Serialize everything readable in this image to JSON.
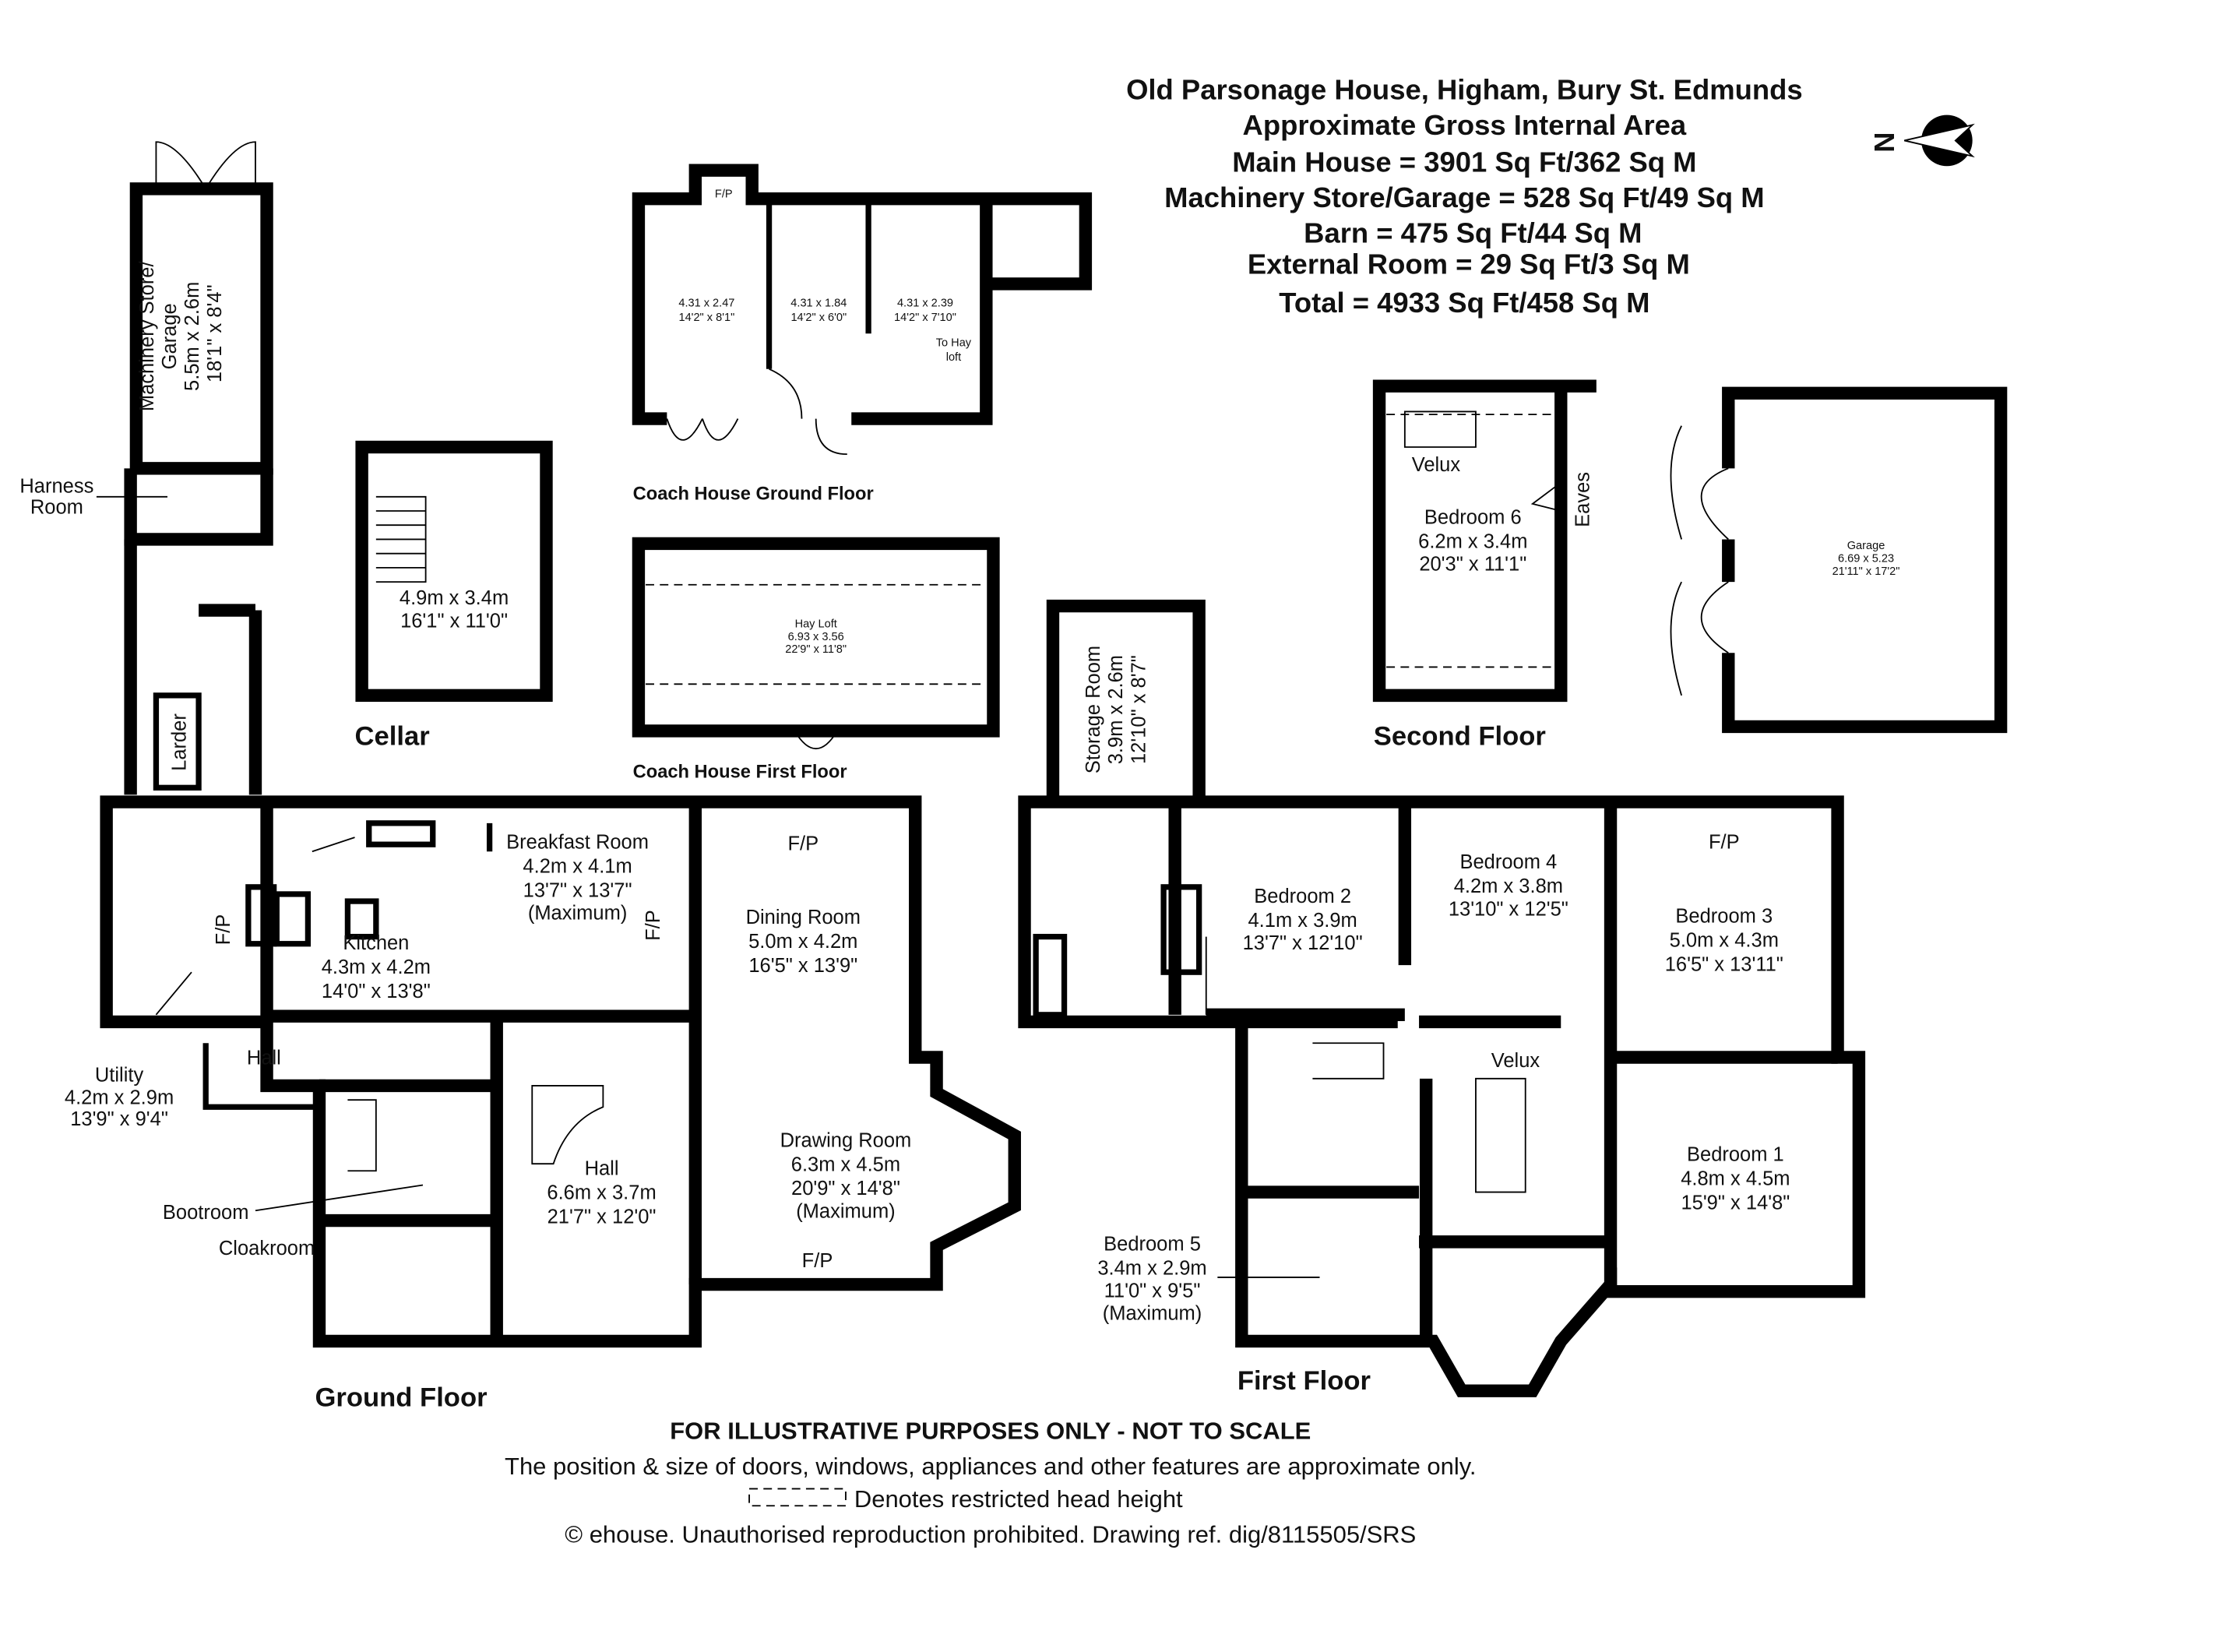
{
  "header": {
    "title": "Old Parsonage House, Higham, Bury St. Edmunds",
    "subtitle": "Approximate Gross Internal Area",
    "areas": [
      "Main House = 3901 Sq Ft/362 Sq M",
      "Machinery Store/Garage = 528 Sq Ft/49 Sq M",
      "Barn = 475 Sq Ft/44 Sq M",
      "External Room = 29 Sq Ft/3 Sq M",
      "Total = 4933 Sq Ft/458 Sq M"
    ],
    "compass_label": "N",
    "compass_icon": "north-arrow-icon"
  },
  "floors": {
    "ground": "Ground Floor",
    "first": "First Floor",
    "second": "Second Floor",
    "cellar": "Cellar",
    "coach_ground": "Coach House Ground Floor",
    "coach_first": "Coach House First Floor"
  },
  "rooms": {
    "machinery": [
      "Machinery Store/",
      "Garage",
      "5.5m x 2.6m",
      "18'1\" x 8'4\""
    ],
    "harness": [
      "Harness",
      "Room"
    ],
    "larder": "Larder",
    "utility": [
      "Utility",
      "4.2m x 2.9m",
      "13'9\" x 9'4\""
    ],
    "kitchen": [
      "Kitchen",
      "4.3m x 4.2m",
      "14'0\" x 13'8\""
    ],
    "breakfast": [
      "Breakfast Room",
      "4.2m x 4.1m",
      "13'7\" x 13'7\"",
      "(Maximum)"
    ],
    "dining": [
      "Dining Room",
      "5.0m x 4.2m",
      "16'5\" x 13'9\""
    ],
    "drawing": [
      "Drawing Room",
      "6.3m x 4.5m",
      "20'9\" x 14'8\"",
      "(Maximum)"
    ],
    "hall_small": "Hall",
    "hall": [
      "Hall",
      "6.6m x 3.7m",
      "21'7\" x 12'0\""
    ],
    "bootroom": "Bootroom",
    "cloakroom": "Cloakroom",
    "cellar": [
      "4.9m x 3.4m",
      "16'1\" x 11'0\""
    ],
    "coach1": [
      "4.31 x 2.47",
      "14'2\" x 8'1\""
    ],
    "coach2": [
      "4.31 x 1.84",
      "14'2\" x 6'0\""
    ],
    "coach3": [
      "4.31 x 2.39",
      "14'2\" x 7'10\""
    ],
    "to_hay_loft": [
      "To Hay",
      "loft"
    ],
    "hay_loft": [
      "Hay Loft",
      "6.93 x 3.56",
      "22'9\" x 11'8\""
    ],
    "storage": [
      "Storage Room",
      "3.9m x 2.6m",
      "12'10\" x 8'7\""
    ],
    "bedroom2": [
      "Bedroom 2",
      "4.1m x 3.9m",
      "13'7\" x 12'10\""
    ],
    "bedroom4": [
      "Bedroom 4",
      "4.2m x 3.8m",
      "13'10\" x 12'5\""
    ],
    "bedroom3": [
      "Bedroom 3",
      "5.0m x 4.3m",
      "16'5\" x 13'11\""
    ],
    "bedroom1": [
      "Bedroom 1",
      "4.8m x 4.5m",
      "15'9\" x 14'8\""
    ],
    "bedroom5": [
      "Bedroom 5",
      "3.4m x 2.9m",
      "11'0\" x 9'5\"",
      "(Maximum)"
    ],
    "velux_first": "Velux",
    "bedroom6": [
      "Bedroom 6",
      "6.2m x 3.4m",
      "20'3\" x 11'1\""
    ],
    "velux_second": "Velux",
    "eaves": "Eaves",
    "garage": [
      "Garage",
      "6.69 x 5.23",
      "21'11\" x 17'2\""
    ],
    "fp": "F/P"
  },
  "footer": {
    "disclaimer": "FOR ILLUSTRATIVE PURPOSES ONLY - NOT TO SCALE",
    "note": "The position & size of doors, windows, appliances and other features are approximate only.",
    "legend": "Denotes restricted head height",
    "copyright": "© ehouse. Unauthorised reproduction prohibited. Drawing ref. dig/8115505/SRS"
  }
}
